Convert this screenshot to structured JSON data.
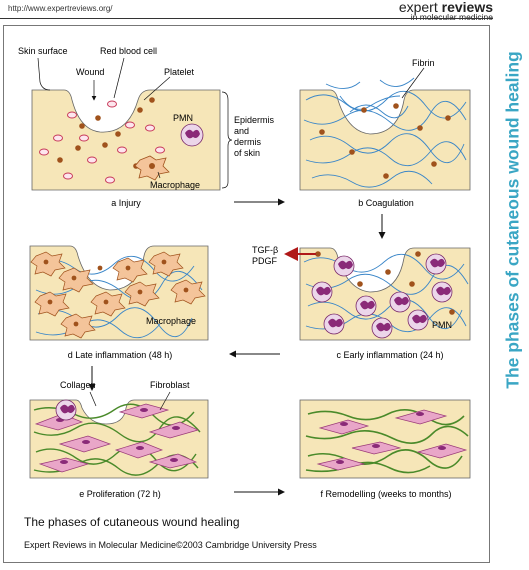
{
  "header": {
    "url": "http://www.expertreviews.org/",
    "brand_light": "expert",
    "brand_bold": "reviews",
    "brand_sub": "in molecular medicine"
  },
  "side_title": "The phases of cutaneous wound healing",
  "panels": {
    "a": {
      "caption": "a Injury"
    },
    "b": {
      "caption": "b Coagulation"
    },
    "c": {
      "caption": "c Early inflammation (24 h)"
    },
    "d": {
      "caption": "d Late inflammation (48 h)"
    },
    "e": {
      "caption": "e Proliferation (72 h)"
    },
    "f": {
      "caption": "f Remodelling (weeks to months)"
    }
  },
  "labels": {
    "skin_surface": "Skin surface",
    "red_blood_cell": "Red blood cell",
    "wound": "Wound",
    "platelet": "Platelet",
    "pmn_a": "PMN",
    "macrophage_a": "Macrophage",
    "epidermis_1": "Epidermis",
    "epidermis_2": "and",
    "epidermis_3": "dermis",
    "epidermis_4": "of skin",
    "fibrin": "Fibrin",
    "tgf": "TGF-β",
    "pdgf": "PDGF",
    "pmn_c": "PMN",
    "macrophage_d": "Macrophage",
    "collagen": "Collagen",
    "fibroblast": "Fibroblast"
  },
  "footer": {
    "title": "The phases of cutaneous wound healing",
    "credit": "Expert Reviews in Molecular Medicine©2003 Cambridge University Press"
  },
  "colors": {
    "skin": "#f6e6b8",
    "rbc": "#c83a5a",
    "platelet": "#a0521c",
    "pmn": "#b44a8c",
    "fibrin": "#3a86c8",
    "collagen": "#4a8a2a",
    "arrow_red": "#b01818",
    "title_blue": "#3aa6c4"
  }
}
